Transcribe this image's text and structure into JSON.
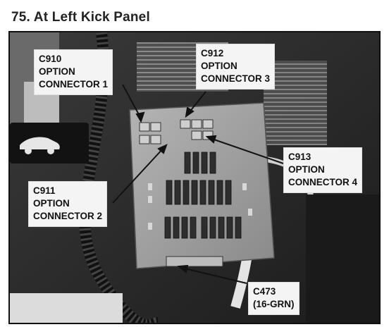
{
  "page": {
    "title": "75. At Left Kick Panel"
  },
  "callouts": {
    "c910": {
      "line1": "C910",
      "line2": "OPTION",
      "line3": "CONNECTOR 1"
    },
    "c912": {
      "line1": "C912",
      "line2": "OPTION",
      "line3": "CONNECTOR 3"
    },
    "c913": {
      "line1": "C913",
      "line2": "OPTION",
      "line3": "CONNECTOR 4"
    },
    "c911": {
      "line1": "C911",
      "line2": "OPTION",
      "line3": "CONNECTOR 2"
    },
    "c473": {
      "line1": "C473",
      "line2": "(16-GRN)"
    }
  },
  "colors": {
    "photo_dark": "#2a2a2a",
    "panel_grey": "#9a9a9a",
    "callout_bg": "#f4f4f4",
    "leader_line": "#111111"
  }
}
